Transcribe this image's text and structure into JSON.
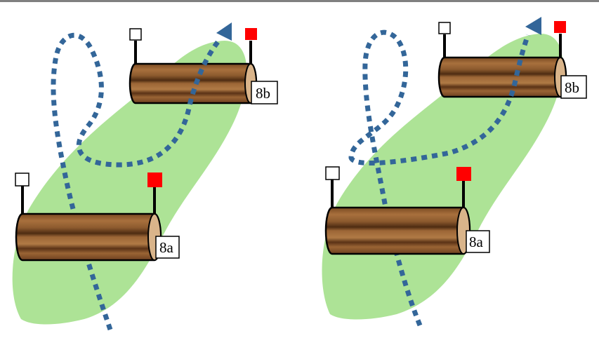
{
  "panels": [
    {
      "id": "left",
      "jump_labels": {
        "first": "8a",
        "second": "8b"
      }
    },
    {
      "id": "right",
      "jump_labels": {
        "first": "8a",
        "second": "8b"
      }
    }
  ],
  "colors": {
    "ground": "#ade396",
    "route": "#336699",
    "flag_left": "#ffffff",
    "flag_right": "#ff0000"
  }
}
